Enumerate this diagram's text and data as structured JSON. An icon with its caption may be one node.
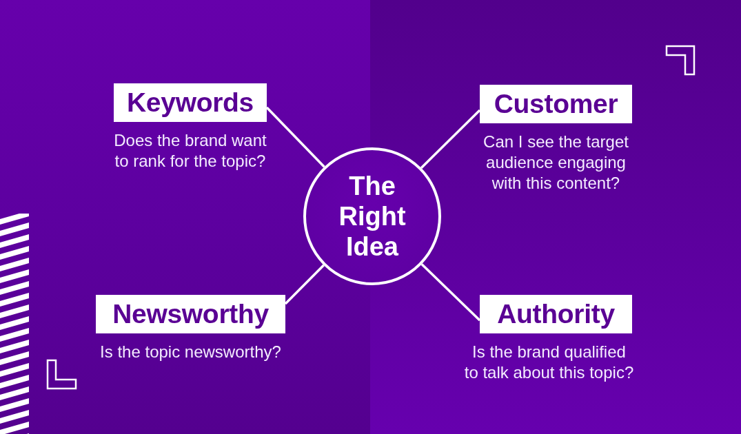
{
  "diagram": {
    "nodes": [
      {
        "text": [
          "Keywords"
        ],
        "beside": [
          "Does the brand want to rank for the topic?"
        ]
      },
      {
        "text": [
          "Customer"
        ],
        "beside": [
          "Can I see the target audience engaging with this content?"
        ]
      },
      {
        "text": [
          "The Right Idea"
        ]
      },
      {
        "text": [
          "Newsworthy"
        ],
        "beside": [
          "Is the topic newsworthy?"
        ]
      },
      {
        "text": [
          "Authority"
        ],
        "beside": [
          "Is the brand qualified to talk about this topic?"
        ]
      }
    ],
    "edges": [
      {
        "from": 2,
        "to": 0,
        "arrow": "none"
      },
      {
        "from": 2,
        "to": 1,
        "arrow": "none"
      },
      {
        "from": 2,
        "to": 3,
        "arrow": "none"
      },
      {
        "from": 2,
        "to": 4,
        "arrow": "none"
      }
    ]
  }
}
